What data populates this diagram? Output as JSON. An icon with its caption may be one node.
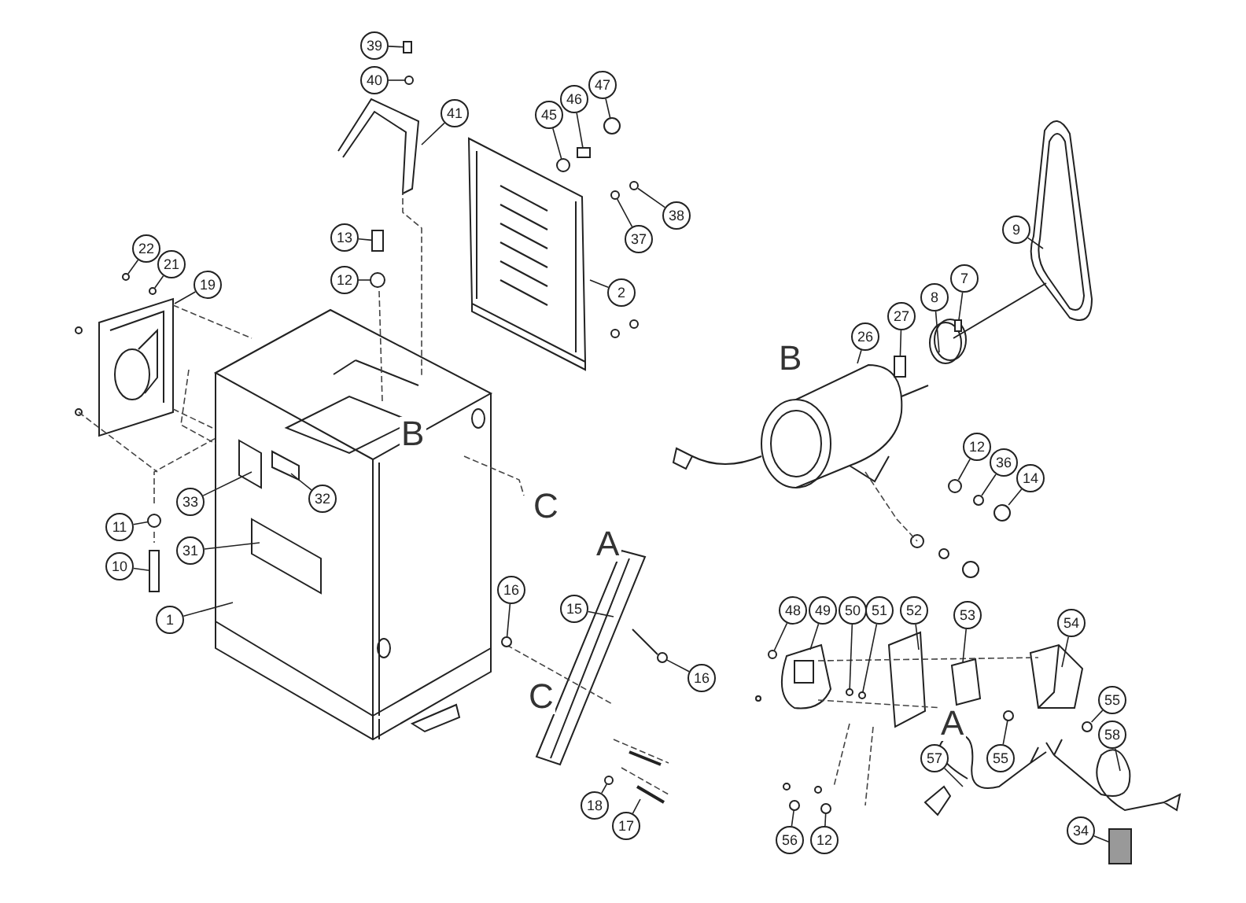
{
  "diagram": {
    "nodes": [
      {
        "text": [
          "39"
        ]
      },
      {
        "text": [
          "40"
        ]
      },
      {
        "text": [
          "47"
        ]
      },
      {
        "text": [
          "46"
        ]
      },
      {
        "text": [
          "45"
        ]
      },
      {
        "text": [
          "41"
        ]
      },
      {
        "text": [
          "9"
        ]
      },
      {
        "text": [
          "38"
        ]
      },
      {
        "text": [
          "37"
        ]
      },
      {
        "text": [
          "13"
        ]
      },
      {
        "text": [
          "22"
        ]
      },
      {
        "text": [
          "21"
        ]
      },
      {
        "text": [
          "12"
        ]
      },
      {
        "text": [
          "19"
        ]
      },
      {
        "text": [
          "7"
        ]
      },
      {
        "text": [
          "2"
        ]
      },
      {
        "text": [
          "8"
        ]
      },
      {
        "text": [
          "27"
        ]
      },
      {
        "text": [
          "26"
        ]
      },
      {
        "text": [
          "12"
        ]
      },
      {
        "text": [
          "36"
        ]
      },
      {
        "text": [
          "14"
        ]
      },
      {
        "text": [
          "33"
        ]
      },
      {
        "text": [
          "32"
        ]
      },
      {
        "text": [
          "11"
        ]
      },
      {
        "text": [
          "31"
        ]
      },
      {
        "text": [
          "10"
        ]
      },
      {
        "text": [
          "16"
        ]
      },
      {
        "text": [
          "15"
        ]
      },
      {
        "text": [
          "48"
        ]
      },
      {
        "text": [
          "49"
        ]
      },
      {
        "text": [
          "50"
        ]
      },
      {
        "text": [
          "51"
        ]
      },
      {
        "text": [
          "52"
        ]
      },
      {
        "text": [
          "53"
        ]
      },
      {
        "text": [
          "54"
        ]
      },
      {
        "text": [
          "1"
        ]
      },
      {
        "text": [
          "16"
        ]
      },
      {
        "text": [
          "55"
        ]
      },
      {
        "text": [
          "58"
        ]
      },
      {
        "text": [
          "57"
        ]
      },
      {
        "text": [
          "55"
        ]
      },
      {
        "text": [
          "18"
        ]
      },
      {
        "text": [
          "17"
        ]
      },
      {
        "text": [
          "34"
        ]
      },
      {
        "text": [
          "56"
        ]
      },
      {
        "text": [
          "12"
        ]
      },
      {
        "text": [],
        "shape": "box"
      },
      {
        "text": [],
        "shape": "circle"
      },
      {
        "text": [],
        "shape": "circle"
      },
      {
        "text": [],
        "shape": "box"
      },
      {
        "text": [],
        "shape": "circle"
      },
      {
        "text": [],
        "shape": "circle"
      },
      {
        "text": [],
        "shape": "circle"
      },
      {
        "text": [],
        "shape": "box"
      },
      {
        "text": [],
        "shape": "circle"
      },
      {
        "text": [],
        "shape": "circle"
      },
      {
        "text": [],
        "shape": "circle"
      },
      {
        "text": [],
        "shape": "box"
      },
      {
        "text": [],
        "shape": "box"
      },
      {
        "text": [],
        "shape": "circle"
      },
      {
        "text": [],
        "shape": "circle"
      },
      {
        "text": [],
        "shape": "circle"
      },
      {
        "text": [],
        "shape": "circle"
      },
      {
        "text": [],
        "shape": "box"
      },
      {
        "text": [],
        "shape": "circle"
      },
      {
        "text": [],
        "shape": "circle"
      },
      {
        "text": [],
        "shape": "circle"
      },
      {
        "text": [],
        "shape": "circle"
      },
      {
        "text": [],
        "shape": "circle"
      },
      {
        "text": [],
        "shape": "circle"
      },
      {
        "text": [],
        "shape": "circle"
      },
      {
        "text": [],
        "shape": "circle"
      },
      {
        "text": [],
        "shape": "circle"
      },
      {
        "text": [],
        "shape": "circle"
      },
      {
        "text": [],
        "shape": "box"
      }
    ],
    "edges": [
      {
        "from": 0,
        "to": 47,
        "arrow": "none"
      },
      {
        "from": 1,
        "to": 48,
        "arrow": "none"
      },
      {
        "from": 2,
        "to": 49,
        "arrow": "none"
      },
      {
        "from": 3,
        "to": 50,
        "arrow": "none"
      },
      {
        "from": 4,
        "to": 51,
        "arrow": "none"
      },
      {
        "from": 5,
        "to": null,
        "arrow": "none"
      },
      {
        "from": 6,
        "to": null,
        "arrow": "none"
      },
      {
        "from": 7,
        "to": 52,
        "arrow": "none"
      },
      {
        "from": 8,
        "to": 53,
        "arrow": "none"
      },
      {
        "from": 9,
        "to": 54,
        "arrow": "none"
      },
      {
        "from": 10,
        "to": 55,
        "arrow": "none"
      },
      {
        "from": 11,
        "to": 56,
        "arrow": "none"
      },
      {
        "from": 12,
        "to": 57,
        "arrow": "none"
      },
      {
        "from": 13,
        "to": null,
        "arrow": "none"
      },
      {
        "from": 14,
        "to": 58,
        "arrow": "none"
      },
      {
        "from": 15,
        "to": null,
        "arrow": "none"
      },
      {
        "from": 16,
        "to": null,
        "arrow": "none"
      },
      {
        "from": 17,
        "to": 59,
        "arrow": "none"
      },
      {
        "from": 18,
        "to": null,
        "arrow": "none"
      },
      {
        "from": 19,
        "to": 60,
        "arrow": "none"
      },
      {
        "from": 20,
        "to": 61,
        "arrow": "none"
      },
      {
        "from": 21,
        "to": 62,
        "arrow": "none"
      },
      {
        "from": 22,
        "to": null,
        "arrow": "none"
      },
      {
        "from": 23,
        "to": null,
        "arrow": "none"
      },
      {
        "from": 24,
        "to": 63,
        "arrow": "none"
      },
      {
        "from": 25,
        "to": null,
        "arrow": "none"
      },
      {
        "from": 26,
        "to": 64,
        "arrow": "none"
      },
      {
        "from": 27,
        "to": 65,
        "arrow": "none"
      },
      {
        "from": 28,
        "to": null,
        "arrow": "none"
      },
      {
        "from": 29,
        "to": 68,
        "arrow": "none"
      },
      {
        "from": 30,
        "to": null,
        "arrow": "none"
      },
      {
        "from": 31,
        "to": 69,
        "arrow": "none"
      },
      {
        "from": 32,
        "to": 70,
        "arrow": "none"
      },
      {
        "from": 33,
        "to": null,
        "arrow": "none"
      },
      {
        "from": 34,
        "to": null,
        "arrow": "none"
      },
      {
        "from": 35,
        "to": null,
        "arrow": "none"
      },
      {
        "from": 36,
        "to": null,
        "arrow": "none"
      },
      {
        "from": 37,
        "to": 66,
        "arrow": "none"
      },
      {
        "from": 38,
        "to": 71,
        "arrow": "none"
      },
      {
        "from": 39,
        "to": null,
        "arrow": "none"
      },
      {
        "from": 40,
        "to": null,
        "arrow": "none"
      },
      {
        "from": 41,
        "to": 72,
        "arrow": "none"
      },
      {
        "from": 42,
        "to": 67,
        "arrow": "none"
      },
      {
        "from": 43,
        "to": null,
        "arrow": "none"
      },
      {
        "from": 44,
        "to": 75,
        "arrow": "none"
      },
      {
        "from": 45,
        "to": 73,
        "arrow": "none"
      },
      {
        "from": 46,
        "to": 74,
        "arrow": "none"
      }
    ],
    "labels": [
      "B",
      "B",
      "C",
      "A",
      "C",
      "A"
    ]
  }
}
